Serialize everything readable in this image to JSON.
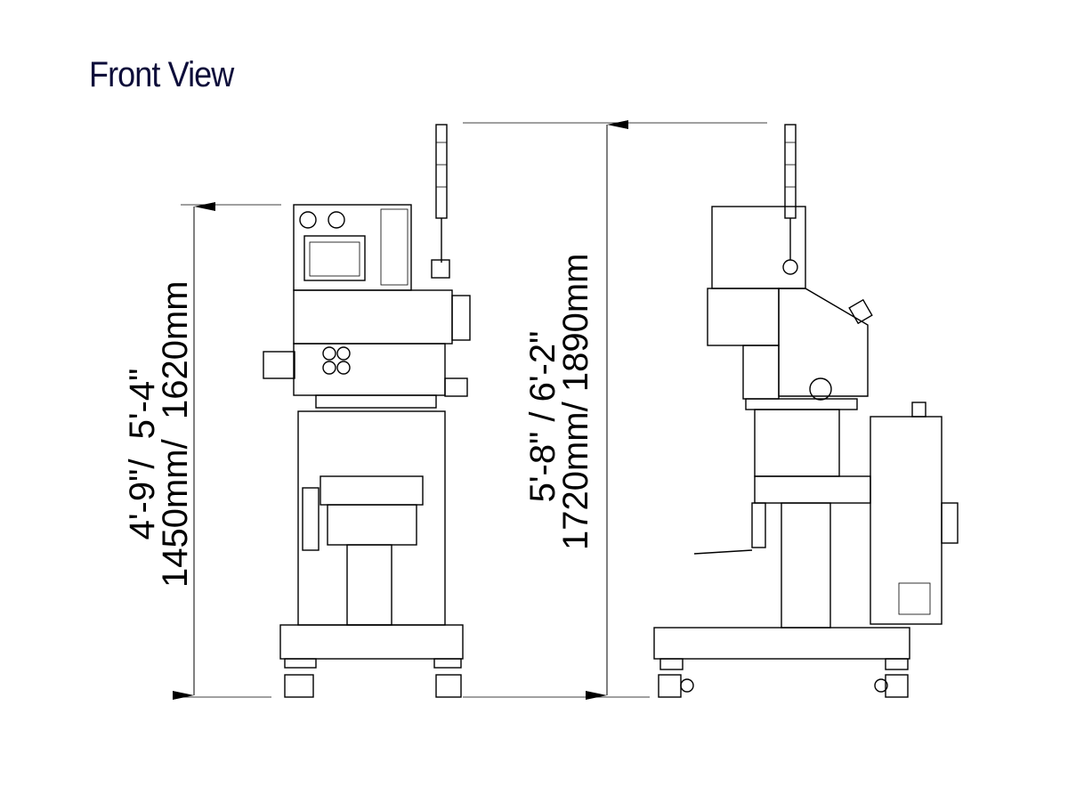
{
  "title": "Front View",
  "dimensions": {
    "left": {
      "imperial": "4'-9\"/  5'-4\"",
      "metric": "1450mm/  1620mm"
    },
    "right": {
      "imperial": "5'-8\" / 6'-2\"",
      "metric": "1720mm/ 1890mm"
    }
  }
}
